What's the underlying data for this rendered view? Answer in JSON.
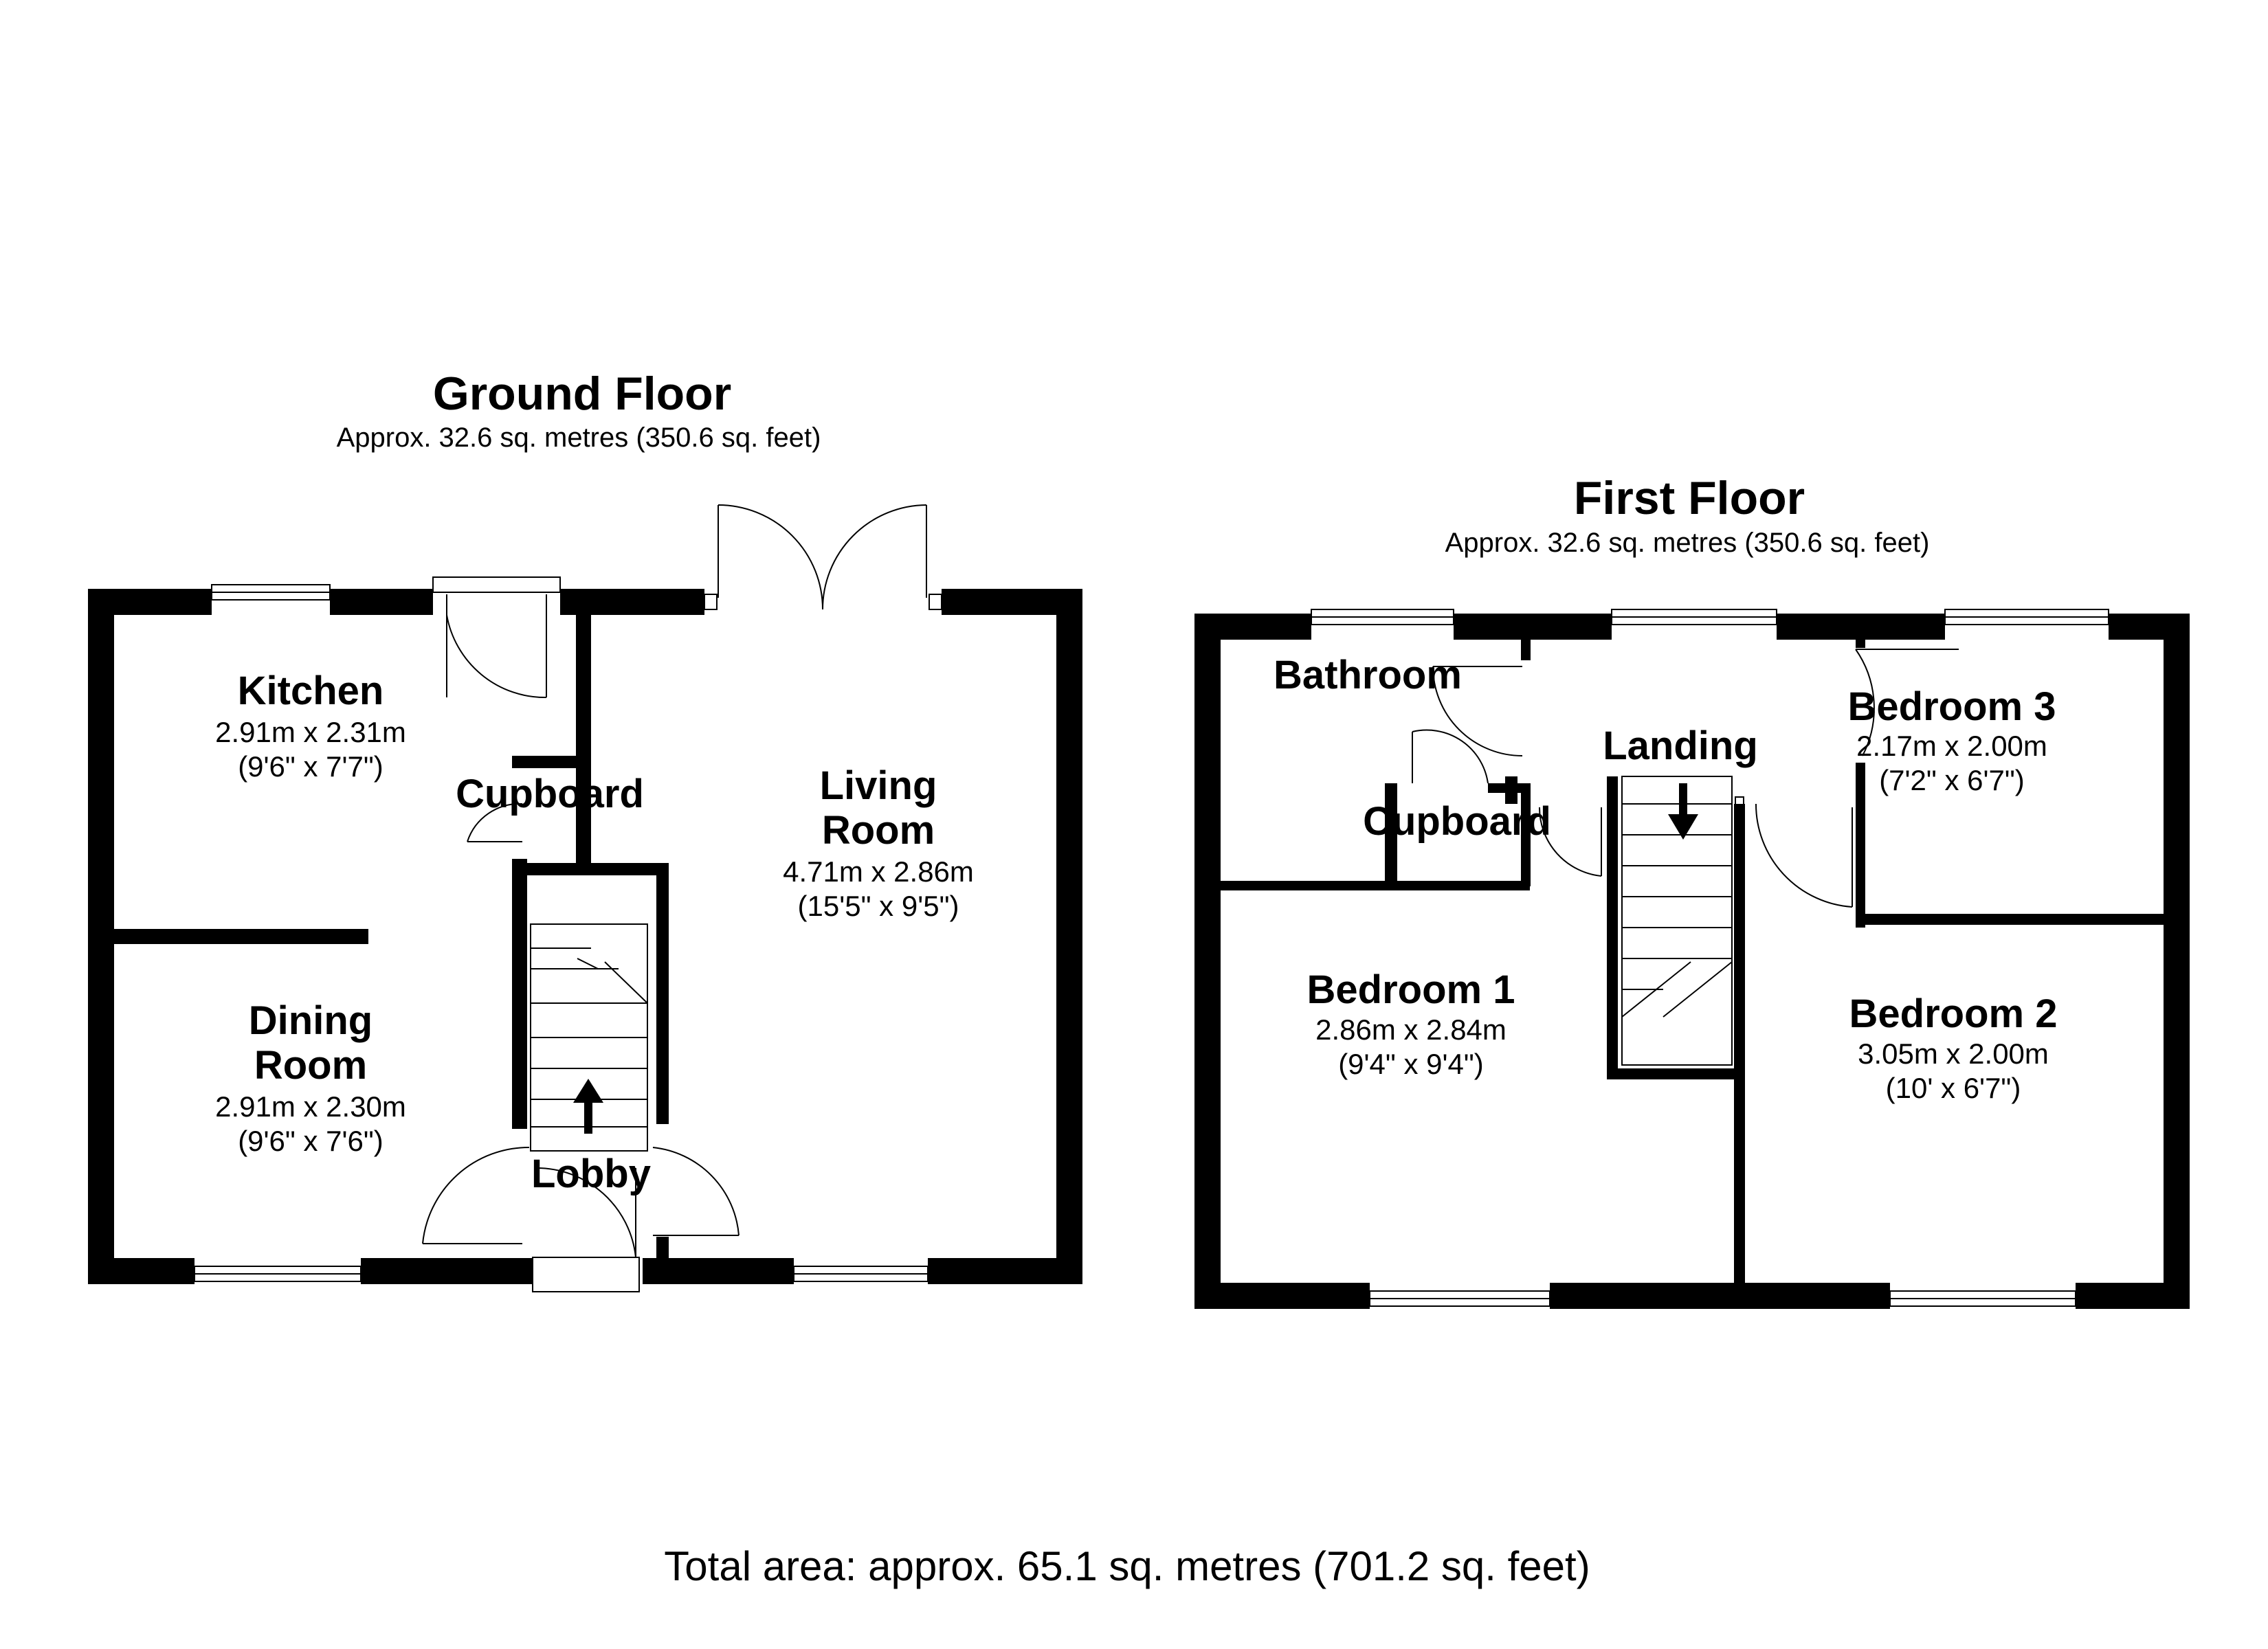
{
  "ground_floor": {
    "title": "Ground Floor",
    "area": "Approx. 32.6 sq. metres (350.6 sq. feet)",
    "rooms": {
      "kitchen": {
        "name": "Kitchen",
        "metric": "2.91m x 2.31m",
        "imperial": "(9'6\" x 7'7\")"
      },
      "cupboard": {
        "name": "Cupboard"
      },
      "living_line1": "Living",
      "living_line2": "Room",
      "living": {
        "metric": "4.71m x 2.86m",
        "imperial": "(15'5\" x 9'5\")"
      },
      "dining_line1": "Dining",
      "dining_line2": "Room",
      "dining": {
        "metric": "2.91m x 2.30m",
        "imperial": "(9'6\" x 7'6\")"
      },
      "lobby": {
        "name": "Lobby"
      }
    }
  },
  "first_floor": {
    "title": "First Floor",
    "area": "Approx. 32.6 sq. metres (350.6 sq. feet)",
    "rooms": {
      "bathroom": {
        "name": "Bathroom"
      },
      "landing": {
        "name": "Landing"
      },
      "cupboard": {
        "name": "Cupboard"
      },
      "bedroom3": {
        "name": "Bedroom 3",
        "metric": "2.17m x 2.00m",
        "imperial": "(7'2\" x 6'7\")"
      },
      "bedroom1": {
        "name": "Bedroom 1",
        "metric": "2.86m x 2.84m",
        "imperial": "(9'4\" x 9'4\")"
      },
      "bedroom2": {
        "name": "Bedroom 2",
        "metric": "3.05m x 2.00m",
        "imperial": "(10' x 6'7\")"
      }
    }
  },
  "total_area": "Total area: approx. 65.1 sq. metres (701.2 sq. feet)"
}
